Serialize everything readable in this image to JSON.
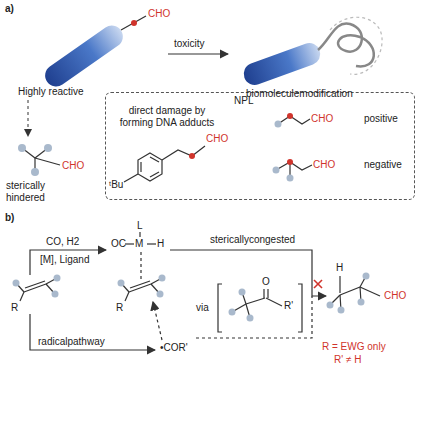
{
  "diagram": {
    "nodes": [
      {
        "text": [
          "NPL",
          "direct damage by forming DNA adducts",
          "CHO",
          "ᵗBu",
          "CHO",
          "positive",
          "CHO",
          "negative"
        ]
      }
    ],
    "labels": [
      "a)",
      "CHO",
      "Highly reactive",
      "toxicity",
      "biomoleculemodification",
      "sterically hindered",
      "CHO",
      "b)",
      "CO, H2",
      "[M], Ligand",
      "L",
      "OC",
      "M",
      "H",
      "stericallycongested",
      "R",
      "R",
      "radicalpathway",
      "•COR'",
      "via",
      "O",
      "R'",
      "R = EWG only",
      "R' ≠ H",
      "H",
      "CHO"
    ]
  }
}
